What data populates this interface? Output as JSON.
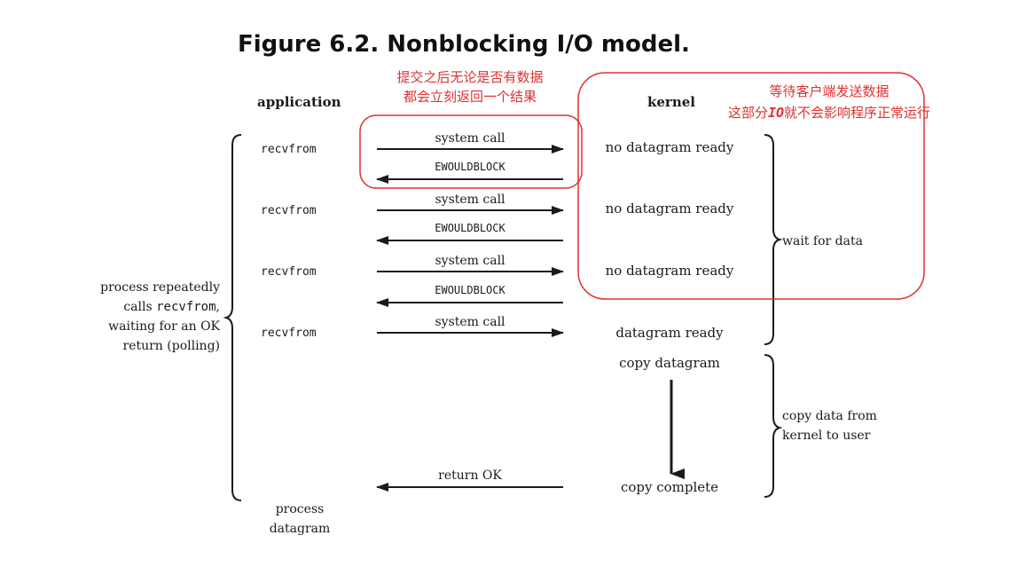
{
  "figure": {
    "title": "Figure 6.2. Nonblocking I/O model."
  },
  "headers": {
    "application": "application",
    "kernel": "kernel"
  },
  "app_calls": [
    "recvfrom",
    "recvfrom",
    "recvfrom",
    "recvfrom"
  ],
  "arrows": {
    "system_call": "system call",
    "ewouldblock": "EWOULDBLOCK",
    "return_ok": "return OK"
  },
  "kernel_states": {
    "no_datagram_1": "no datagram ready",
    "no_datagram_2": "no datagram ready",
    "no_datagram_3": "no datagram ready",
    "datagram_ready": "datagram ready",
    "copy_datagram": "copy datagram",
    "copy_complete": "copy complete"
  },
  "phases": {
    "wait": "wait for data",
    "copy_line1": "copy data from",
    "copy_line2": "kernel to user"
  },
  "left_note": {
    "line1": "process repeatedly",
    "line2_prefix": "calls ",
    "line2_code": "recvfrom",
    "line2_suffix": ",",
    "line3": "waiting for an OK",
    "line4": "return (polling)"
  },
  "bottom_note": {
    "line1": "process",
    "line2": "datagram"
  },
  "annotations": {
    "left_line1": "提交之后无论是否有数据",
    "left_line2": "都会立刻返回一个结果",
    "right_line1": "等待客户端发送数据",
    "right_line2_prefix": "这部分",
    "right_line2_io": "IO",
    "right_line2_suffix": "就不会影响程序正常运行"
  },
  "colors": {
    "annotation": "#e03030",
    "ink": "#1a1a1a"
  }
}
